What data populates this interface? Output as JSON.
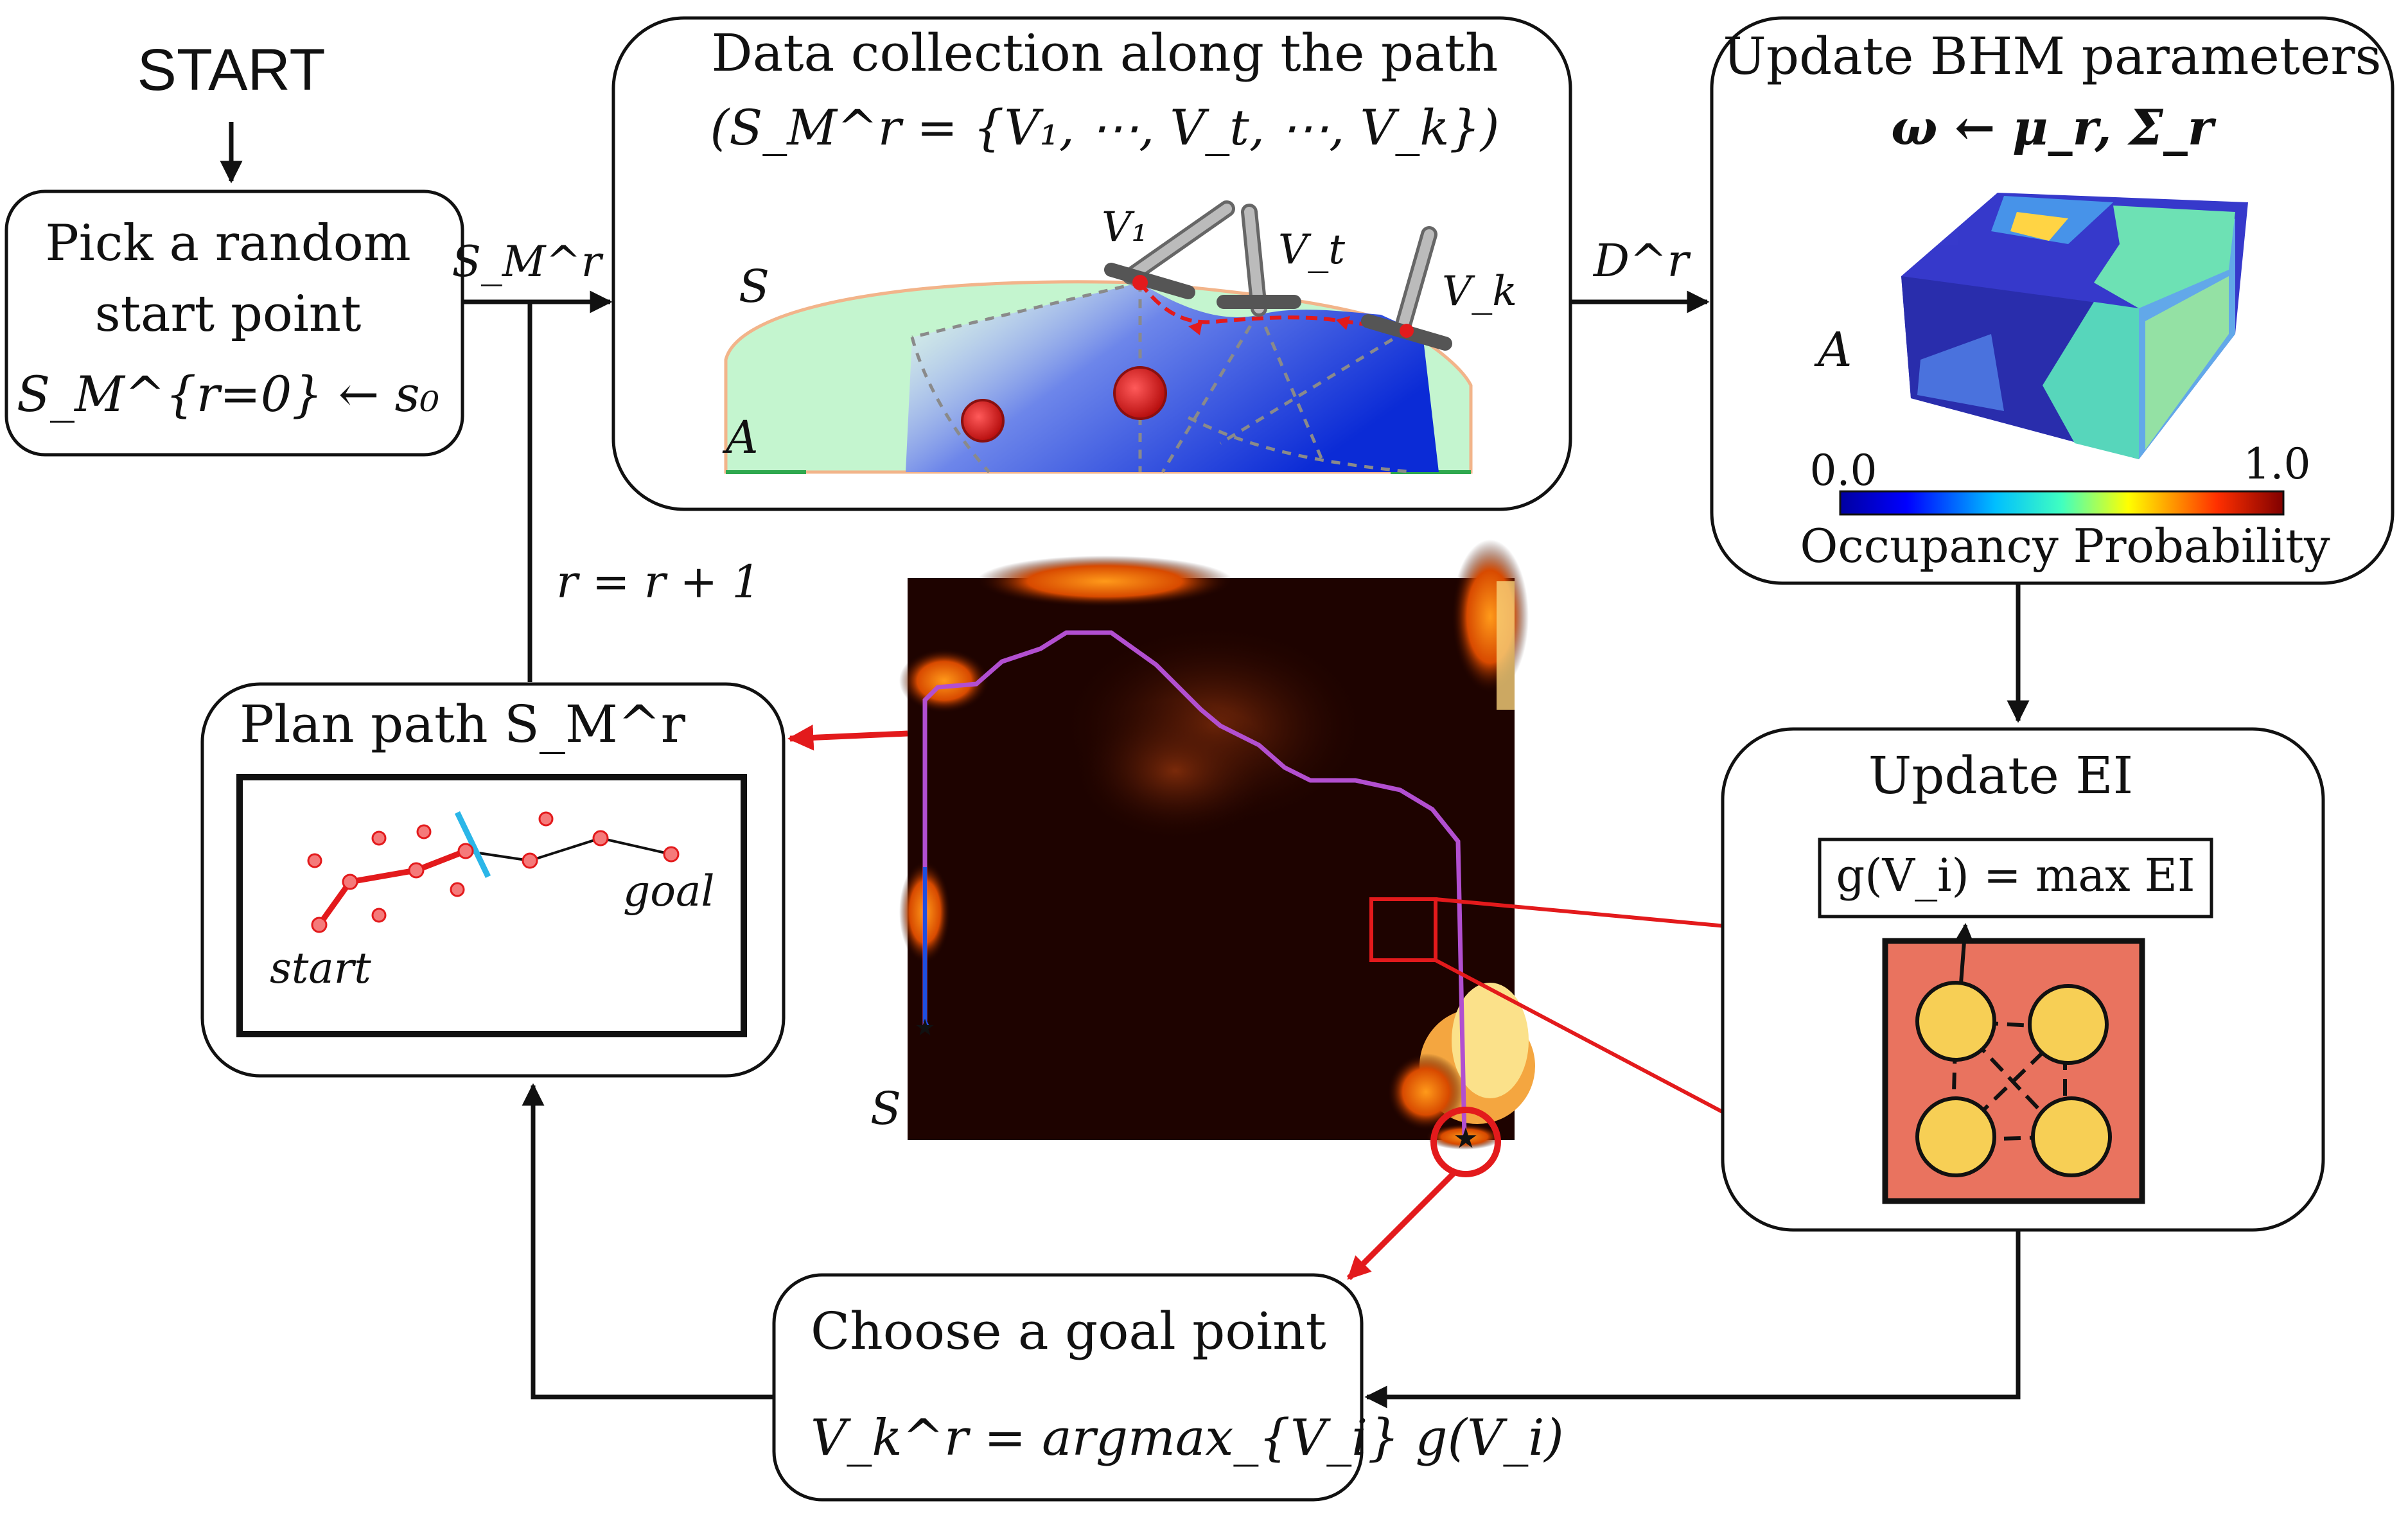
{
  "start_label": "START",
  "pick": {
    "line1": "Pick a random",
    "line2": "start point",
    "formula": "S_M^{r=0} ← s₀"
  },
  "edge_labels": {
    "s_m_r": "S_M^r",
    "d_r": "D^r",
    "r_update": "r = r + 1"
  },
  "data_collection": {
    "title": "Data collection along the path",
    "formula": "(S_M^r = {V₁, ⋯, V_t, ⋯, V_k})",
    "labels": {
      "s": "S",
      "a": "A",
      "v1": "V₁",
      "vt": "V_t",
      "vk": "V_k"
    }
  },
  "bhm": {
    "title": "Update BHM parameters",
    "formula": "ω ← μ_r, Σ_r",
    "a_label": "A",
    "colorbar": {
      "min": "0.0",
      "max": "1.0",
      "label": "Occupancy Probability"
    }
  },
  "plan": {
    "title": "Plan path S_M^r",
    "start": "start",
    "goal": "goal"
  },
  "map_label": "S",
  "ei": {
    "title": "Update EI",
    "formula": "g(V_i) = max EI"
  },
  "goal_box": {
    "title": "Choose a goal point",
    "formula": "V_k^r = argmax_{V_i} g(V_i)"
  },
  "colors": {
    "red": "#e31a1c",
    "purple": "#b24fd0",
    "blue": "#1f4fe0",
    "node": "#f7cf55",
    "ei_bg": "#e9735f",
    "map_dark": "#1e0300"
  }
}
